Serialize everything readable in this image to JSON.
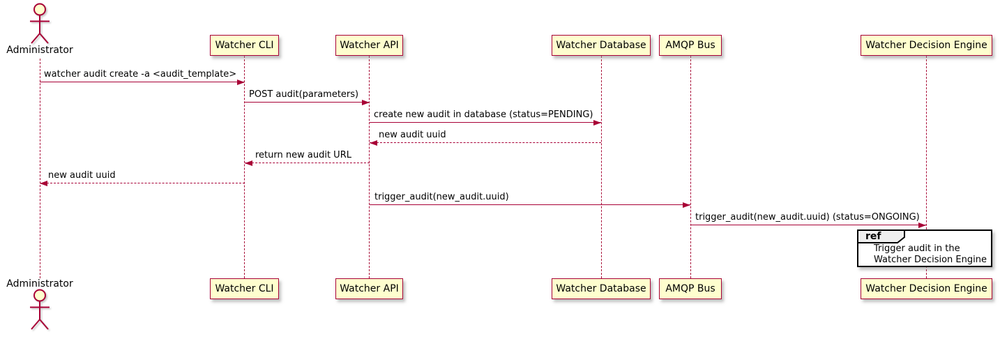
{
  "diagram": {
    "type": "uml-sequence-diagram",
    "actors": [
      {
        "name": "Administrator"
      }
    ],
    "participants": [
      {
        "name": "Watcher CLI"
      },
      {
        "name": "Watcher API"
      },
      {
        "name": "Watcher Database"
      },
      {
        "name": "AMQP Bus"
      },
      {
        "name": "Watcher Decision Engine"
      }
    ],
    "messages": [
      {
        "from": "Administrator",
        "to": "Watcher CLI",
        "label": "watcher audit create -a <audit_template>",
        "style": "solid"
      },
      {
        "from": "Watcher CLI",
        "to": "Watcher API",
        "label": "POST audit(parameters)",
        "style": "solid"
      },
      {
        "from": "Watcher API",
        "to": "Watcher Database",
        "label": "create new audit in database (status=PENDING)",
        "style": "solid"
      },
      {
        "from": "Watcher Database",
        "to": "Watcher API",
        "label": "new audit uuid",
        "style": "dashed"
      },
      {
        "from": "Watcher API",
        "to": "Watcher CLI",
        "label": "return new audit URL",
        "style": "dashed"
      },
      {
        "from": "Watcher CLI",
        "to": "Administrator",
        "label": "new audit uuid",
        "style": "dashed"
      },
      {
        "from": "Watcher API",
        "to": "AMQP Bus",
        "label": "trigger_audit(new_audit.uuid)",
        "style": "solid"
      },
      {
        "from": "AMQP Bus",
        "to": "Watcher Decision Engine",
        "label": "trigger_audit(new_audit.uuid) (status=ONGOING)",
        "style": "solid"
      }
    ],
    "ref": {
      "keyword": "ref",
      "over": "Watcher Decision Engine",
      "lines": [
        "Trigger audit in the",
        "Watcher Decision Engine"
      ]
    },
    "colors": {
      "participant_fill": "#FEFECE",
      "participant_border": "#A80036",
      "lifeline": "#A80036",
      "arrow": "#A80036",
      "text": "#000000",
      "ref_border": "#000000",
      "ref_fill": "#FFFFFF",
      "ref_tab_fill": "#EEEEEE"
    }
  }
}
